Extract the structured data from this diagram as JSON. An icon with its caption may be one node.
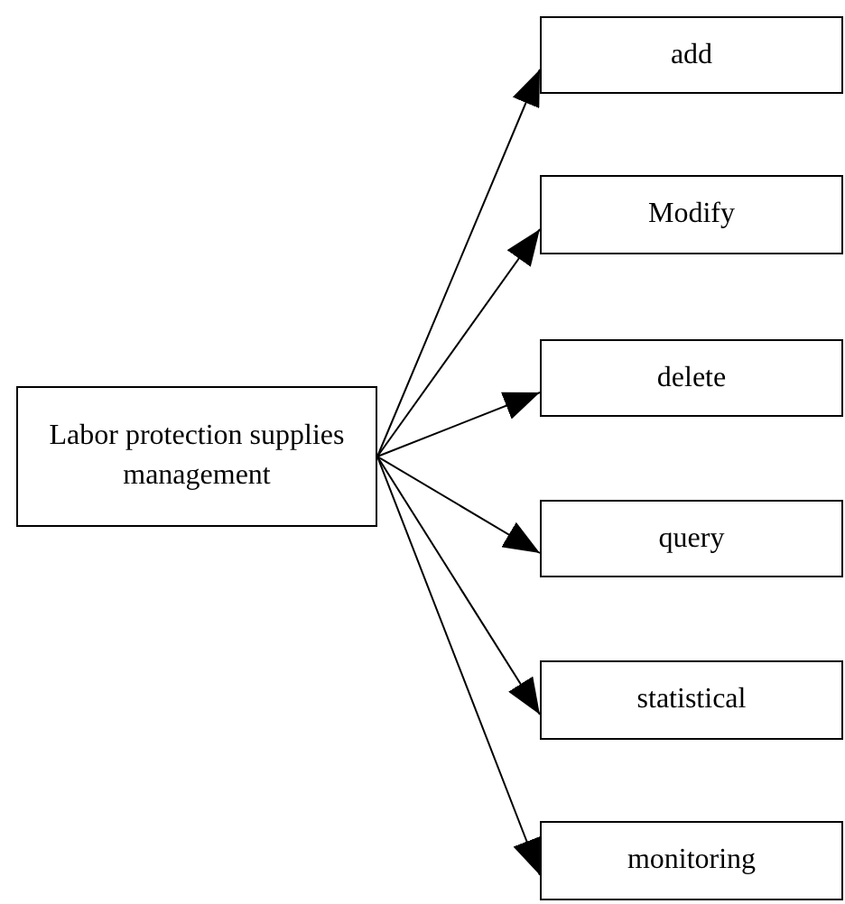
{
  "diagram": {
    "nodes": [
      {
        "text": [
          "Labor protection supplies management"
        ]
      },
      {
        "text": [
          "add"
        ]
      },
      {
        "text": [
          "Modify"
        ]
      },
      {
        "text": [
          "delete"
        ]
      },
      {
        "text": [
          "query"
        ]
      },
      {
        "text": [
          "statistical"
        ]
      },
      {
        "text": [
          "monitoring"
        ]
      }
    ],
    "edges": [
      {
        "from": 0,
        "to": 1,
        "arrow": "to"
      },
      {
        "from": 0,
        "to": 2,
        "arrow": "to"
      },
      {
        "from": 0,
        "to": 3,
        "arrow": "to"
      },
      {
        "from": 0,
        "to": 4,
        "arrow": "to"
      },
      {
        "from": 0,
        "to": 5,
        "arrow": "to"
      },
      {
        "from": 0,
        "to": 6,
        "arrow": "to"
      }
    ]
  }
}
